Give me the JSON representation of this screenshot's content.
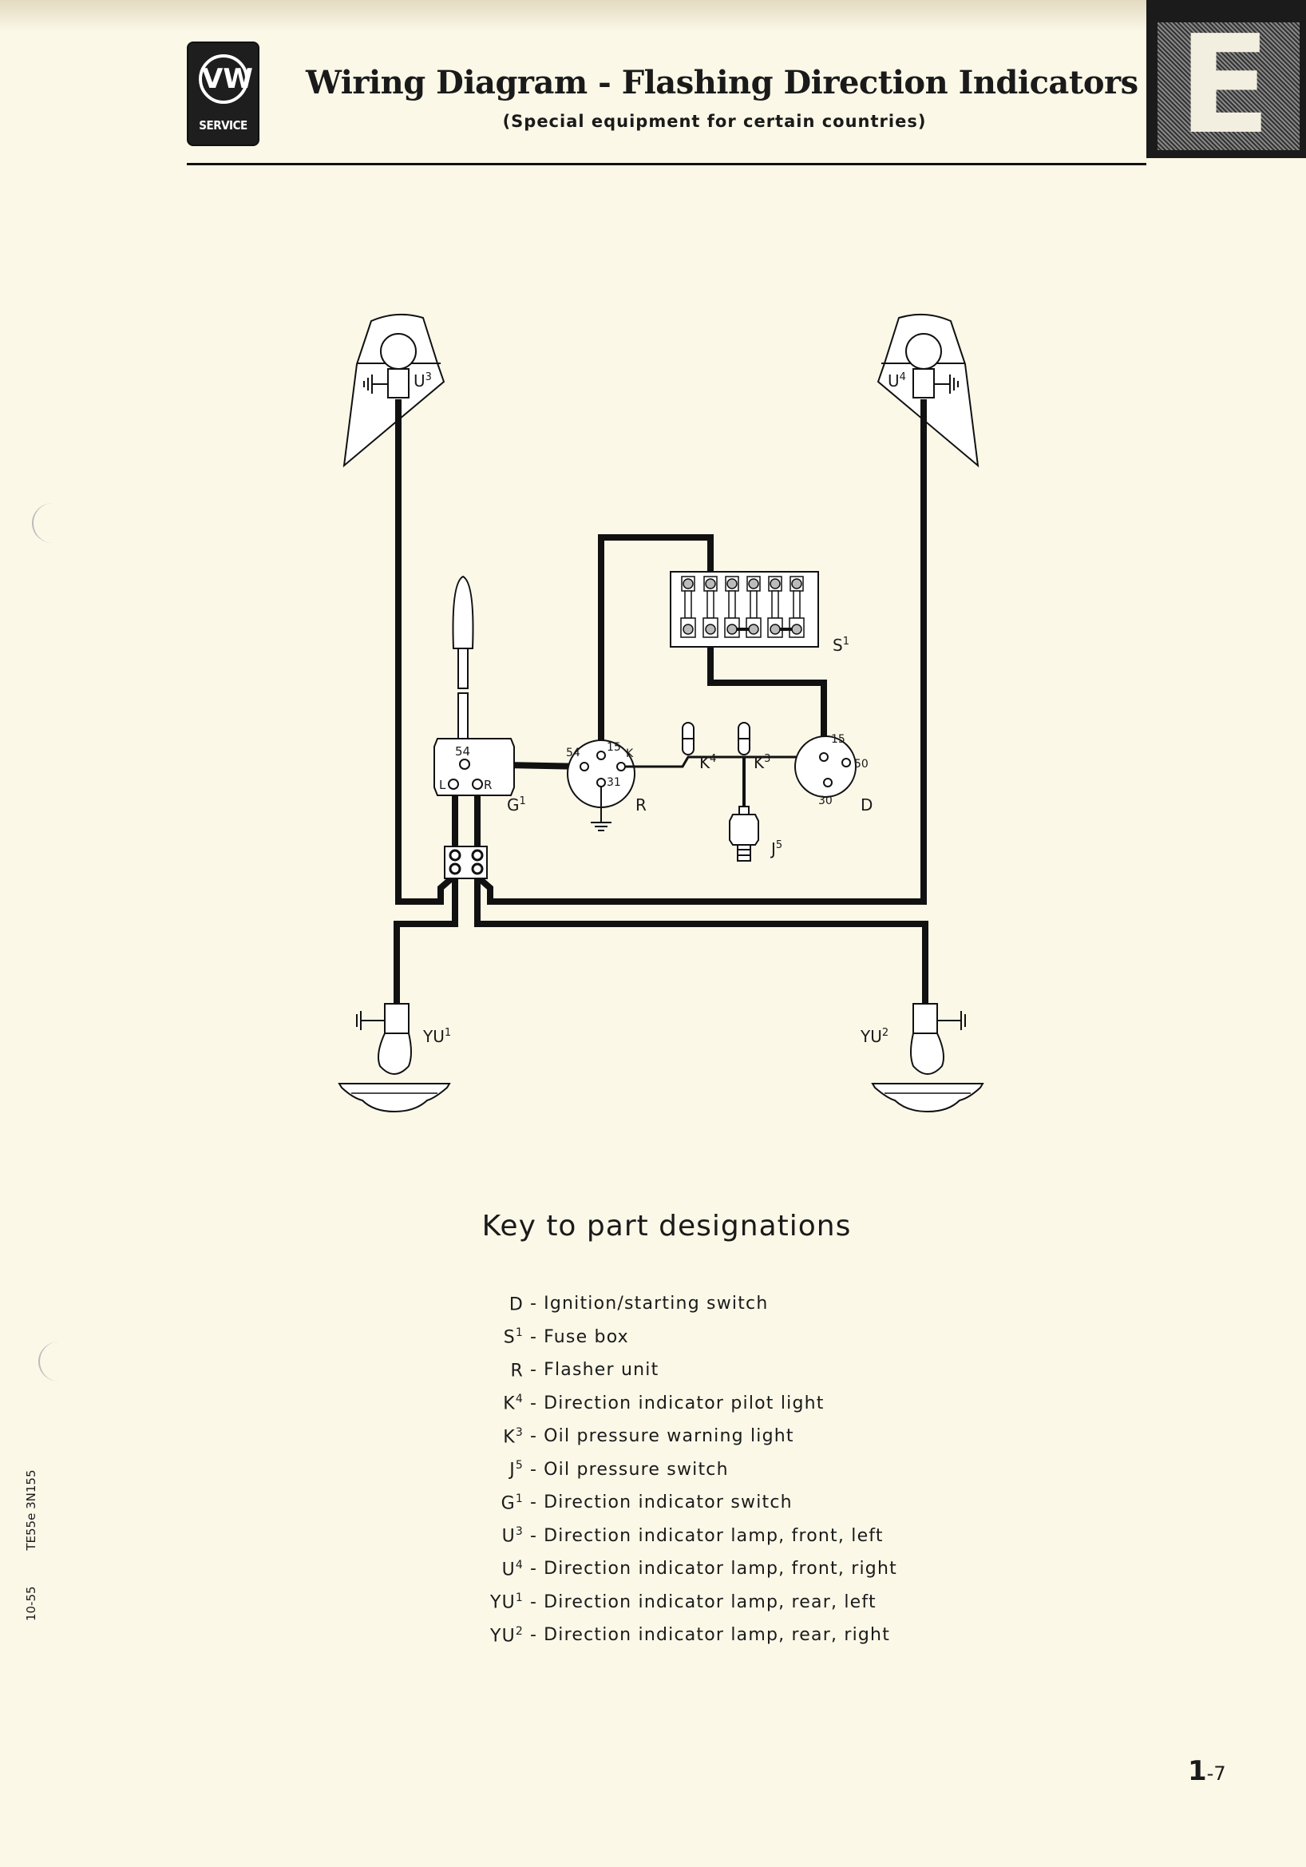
{
  "header": {
    "logo_mark": "VW",
    "logo_text": "SERVICE",
    "title": "Wiring Diagram - Flashing Direction Indicators",
    "subtitle": "(Special equipment for certain countries)",
    "section_tab": "E"
  },
  "diagram": {
    "labels": {
      "u3": "U",
      "u3_sup": "3",
      "u4": "U",
      "u4_sup": "4",
      "yu1": "YU",
      "yu1_sup": "1",
      "yu2": "YU",
      "yu2_sup": "2",
      "s1": "S",
      "s1_sup": "1",
      "g1": "G",
      "g1_sup": "1",
      "r": "R",
      "d": "D",
      "k4": "K",
      "k4_sup": "4",
      "k3": "K",
      "k3_sup": "3",
      "j5": "J",
      "j5_sup": "5"
    },
    "terminals": {
      "g1_54": "54",
      "g1_l": "L",
      "g1_r": "R",
      "r_54": "54",
      "r_15": "15",
      "r_k": "K",
      "r_31": "31",
      "d_15": "15",
      "d_50": "50",
      "d_30": "30"
    }
  },
  "key": {
    "title": "Key to part designations",
    "items": [
      {
        "code": "D",
        "sup": "",
        "desc": "Ignition/starting switch"
      },
      {
        "code": "S",
        "sup": "1",
        "desc": "Fuse box"
      },
      {
        "code": "R",
        "sup": "",
        "desc": "Flasher unit"
      },
      {
        "code": "K",
        "sup": "4",
        "desc": "Direction indicator pilot light"
      },
      {
        "code": "K",
        "sup": "3",
        "desc": "Oil pressure warning light"
      },
      {
        "code": "J",
        "sup": "5",
        "desc": "Oil pressure switch"
      },
      {
        "code": "G",
        "sup": "1",
        "desc": "Direction indicator switch"
      },
      {
        "code": "U",
        "sup": "3",
        "desc": "Direction indicator lamp, front, left"
      },
      {
        "code": "U",
        "sup": "4",
        "desc": "Direction indicator lamp, front, right"
      },
      {
        "code": "YU",
        "sup": "1",
        "desc": "Direction indicator lamp, rear, left"
      },
      {
        "code": "YU",
        "sup": "2",
        "desc": "Direction indicator lamp, rear, right"
      }
    ]
  },
  "footer": {
    "date_code": "10-55",
    "doc_code": "TE55e 3N155",
    "page_main": "1",
    "page_sub": "-7"
  }
}
